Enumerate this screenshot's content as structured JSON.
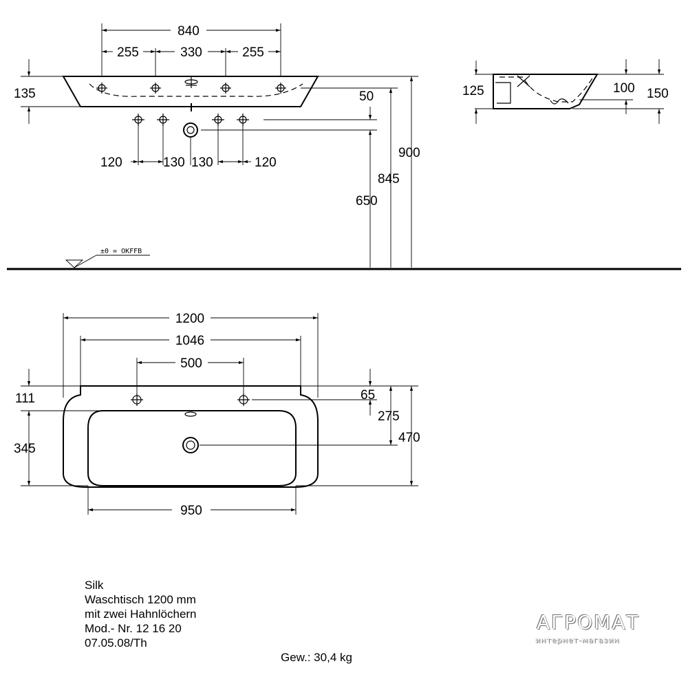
{
  "front_view": {
    "top_widths": [
      "840",
      "255",
      "330",
      "255"
    ],
    "left_height": "135",
    "tap_offsets": [
      "120",
      "130",
      "130",
      "120"
    ],
    "right_dims": [
      "50",
      "650",
      "845",
      "900"
    ],
    "floor_marker": "±0 = OKFFB"
  },
  "side_view": {
    "dims": [
      "125",
      "100",
      "150"
    ]
  },
  "top_view": {
    "widths": [
      "1200",
      "1046",
      "500",
      "950"
    ],
    "left_dims": [
      "111",
      "345"
    ],
    "right_dims": [
      "65",
      "275",
      "470"
    ]
  },
  "product_info": {
    "lines": [
      "Silk",
      "Waschtisch 1200 mm",
      "mit zwei Hahnlöchern",
      "Mod.- Nr. 12 16 20",
      "07.05.08/Th"
    ],
    "weight": "Gew.: 30,4 kg"
  },
  "watermark": {
    "brand": "АГРОМАТ",
    "subtitle": "интернет-магазин"
  }
}
